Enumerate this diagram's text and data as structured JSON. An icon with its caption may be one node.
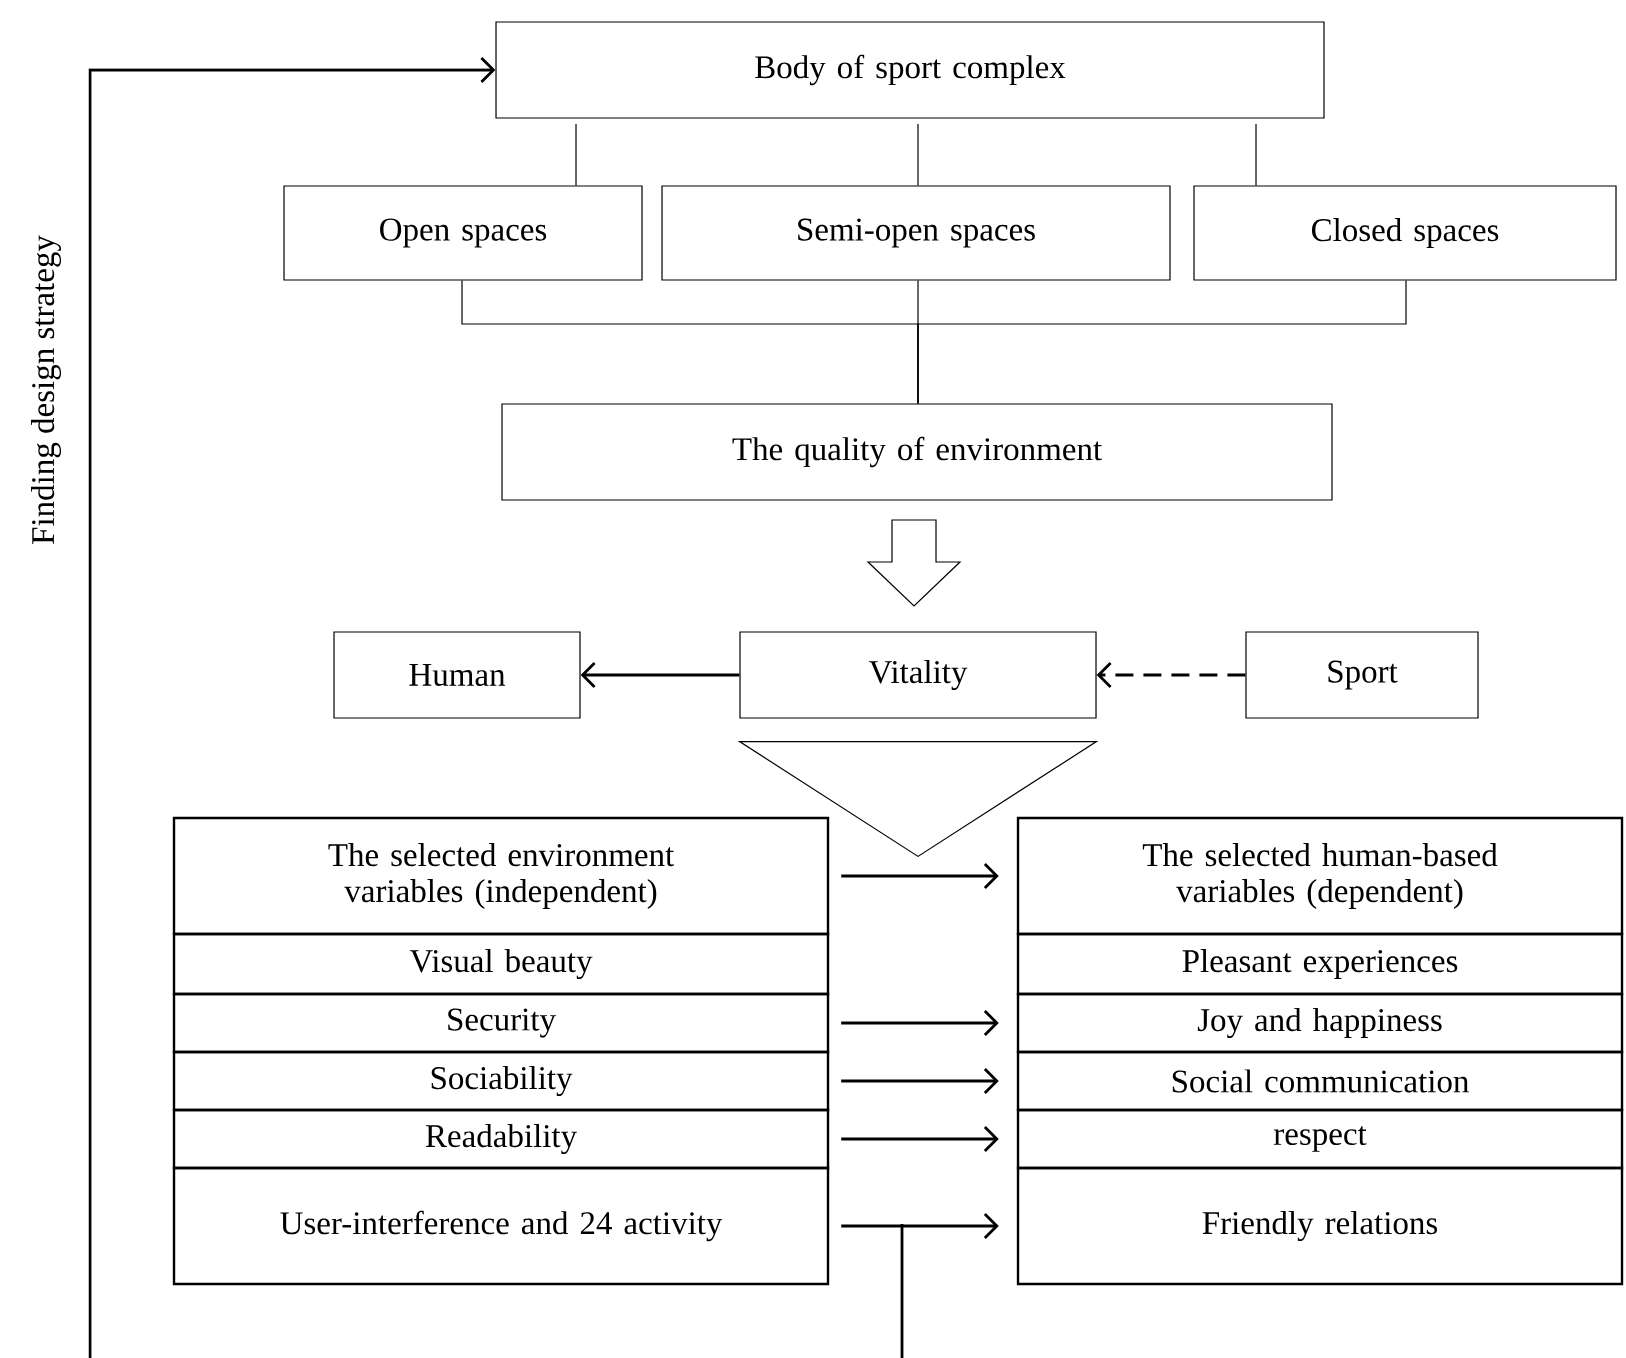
{
  "diagram": {
    "nodes": [
      {
        "text": [
          "Body of sport complex"
        ]
      },
      {
        "text": [
          "Open spaces"
        ]
      },
      {
        "text": [
          "Semi-open spaces"
        ]
      },
      {
        "text": [
          "Closed spaces"
        ]
      },
      {
        "text": [
          "The quality of environment"
        ]
      },
      {
        "text": [
          "Human"
        ]
      },
      {
        "text": [
          "Vitality"
        ]
      },
      {
        "text": [
          "Sport"
        ]
      },
      {
        "text": [
          "The selected environment variables (independent)"
        ]
      },
      {
        "text": [
          "Visual beauty"
        ]
      },
      {
        "text": [
          "Security"
        ]
      },
      {
        "text": [
          "Sociability"
        ]
      },
      {
        "text": [
          "Readability"
        ]
      },
      {
        "text": [
          "User-interference and 24 activity"
        ]
      },
      {
        "text": [
          "The selected human-based variables (dependent)"
        ]
      },
      {
        "text": [
          "Pleasant experiences"
        ]
      },
      {
        "text": [
          "Joy and happiness"
        ]
      },
      {
        "text": [
          "Social communication"
        ]
      },
      {
        "text": [
          "respect"
        ]
      },
      {
        "text": [
          "Friendly relations"
        ]
      },
      {
        "text": [],
        "shape": "triangle"
      }
    ],
    "edges": [
      {
        "from": 0,
        "to": 1,
        "arrow": "none"
      },
      {
        "from": 0,
        "to": 2,
        "arrow": "none"
      },
      {
        "from": 0,
        "to": 3,
        "arrow": "none"
      },
      {
        "from": 1,
        "to": 4,
        "arrow": "none"
      },
      {
        "from": 2,
        "to": 4,
        "arrow": "none"
      },
      {
        "from": 3,
        "to": 4,
        "arrow": "none"
      },
      {
        "from": 4,
        "to": 6,
        "arrow": "to"
      },
      {
        "from": 6,
        "to": 5,
        "arrow": "to"
      },
      {
        "from": 7,
        "to": 6,
        "arrow": "to",
        "style": "dashed"
      },
      {
        "from": 8,
        "to": 14,
        "arrow": "to"
      },
      {
        "from": 10,
        "to": 16,
        "arrow": "to"
      },
      {
        "from": 11,
        "to": 17,
        "arrow": "to"
      },
      {
        "from": 12,
        "to": 18,
        "arrow": "to"
      },
      {
        "from": 13,
        "to": 19,
        "arrow": "to"
      },
      {
        "from": null,
        "to": 0,
        "arrow": "to",
        "label": "Finding design strategy"
      }
    ]
  }
}
